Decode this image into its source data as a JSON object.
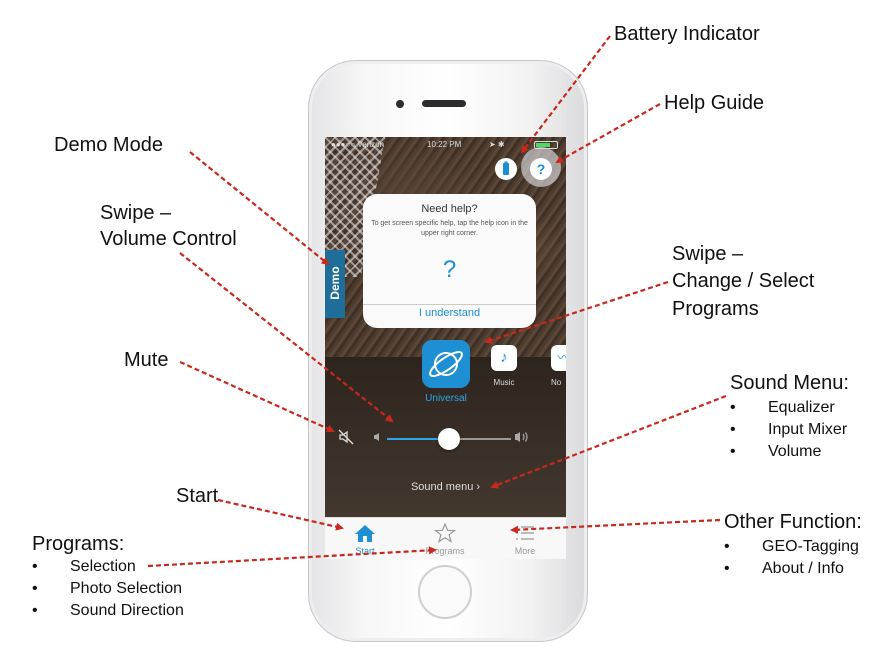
{
  "callouts": {
    "battery": "Battery Indicator",
    "help": "Help Guide",
    "demo": "Demo Mode",
    "swipe_volume_1": "Swipe –",
    "swipe_volume_2": "Volume Control",
    "swipe_programs_1": "Swipe –",
    "swipe_programs_2": "Change / Select",
    "swipe_programs_3": "Programs",
    "mute": "Mute",
    "sound_menu_title": "Sound Menu:",
    "sound_menu_items": [
      "Equalizer",
      "Input Mixer",
      "Volume"
    ],
    "start": "Start",
    "other_title": "Other Function:",
    "other_items": [
      "GEO-Tagging",
      "About / Info"
    ],
    "programs_title": "Programs:",
    "programs_items": [
      "Selection",
      "Photo Selection",
      "Sound Direction"
    ]
  },
  "status_bar": {
    "carrier": "●●●○○ Verizon",
    "time": "10:22 PM",
    "icons": "➤ ✱"
  },
  "demo_label": "Demo",
  "help_dialog": {
    "title": "Need help?",
    "body": "To get screen specific help, tap the help icon in the upper right corner.",
    "icon": "?",
    "button": "I understand"
  },
  "programs": [
    {
      "label": "Universal",
      "icon": "planet-icon",
      "active": true
    },
    {
      "label": "Music",
      "icon": "music-note-icon"
    },
    {
      "label": "No",
      "icon": "noise-wave-icon"
    }
  ],
  "volume": {
    "level": 0.5
  },
  "sound_menu_label": "Sound menu ›",
  "tabs": [
    {
      "label": "Start",
      "icon": "home-icon",
      "active": true
    },
    {
      "label": "Programs",
      "icon": "star-icon"
    },
    {
      "label": "More",
      "icon": "list-icon"
    }
  ],
  "colors": {
    "accent": "#1d8fd2",
    "arrow": "#c8281e",
    "demo": "#1e6e99",
    "battery": "#4cd964"
  }
}
